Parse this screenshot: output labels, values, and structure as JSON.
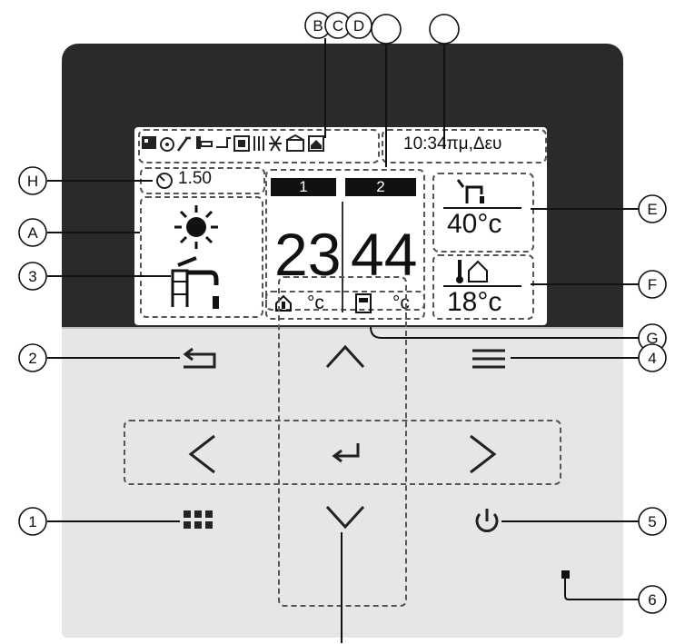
{
  "callouts": {
    "B": "B",
    "C": "C",
    "D": "D",
    "E": "E",
    "F": "F",
    "G": "G",
    "H": "H",
    "A": "A",
    "n1": "1",
    "n2": "2",
    "n3": "3",
    "n4": "4",
    "n5": "5",
    "n6": "6"
  },
  "display": {
    "clock": "10:34πμ,Δευ",
    "timer_value": "1.50",
    "zone1_label": "1",
    "zone2_label": "2",
    "zone1_temp": "23",
    "zone2_temp": "44",
    "unit_c": "°c",
    "dhw_temp": "40°c",
    "outdoor_temp": "18°c"
  },
  "icons": {
    "status_bar": [
      "display-icon",
      "gear-icon",
      "wrench-icon",
      "thermo-icon",
      "arrow-icon",
      "frost-icon",
      "heater-icon",
      "defrost-icon",
      "boiler-icon",
      "home-icon"
    ],
    "mode": "sun-icon",
    "hot_water": "tap-icon"
  },
  "colors": {
    "bezel": "#2a2a2a",
    "panel": "#e6e6e6",
    "lcd": "#ffffff",
    "ink": "#111111"
  }
}
